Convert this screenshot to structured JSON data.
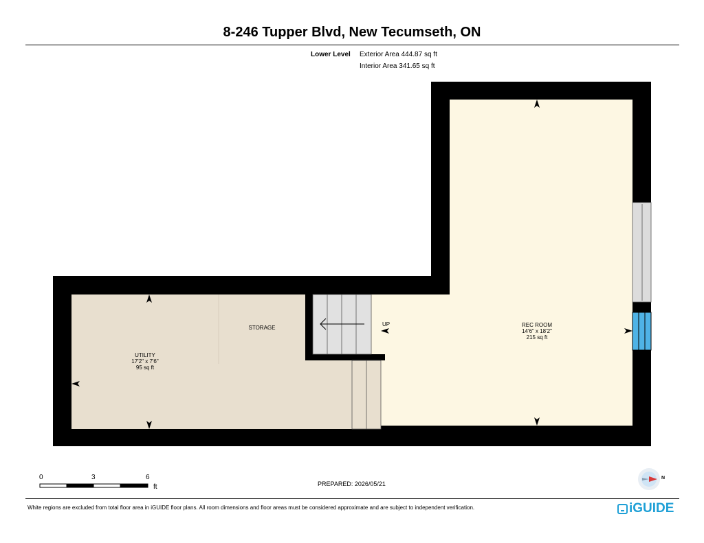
{
  "header": {
    "title": "8-246 Tupper Blvd, New Tecumseth, ON",
    "level": "Lower Level",
    "exterior_area": "Exterior Area 444.87 sq ft",
    "interior_area": "Interior Area 341.65 sq ft"
  },
  "rooms": {
    "utility": {
      "name": "UTILITY",
      "dims": "17'2\" x 7'6\"",
      "area": "95 sq ft"
    },
    "storage": {
      "name": "STORAGE"
    },
    "rec_room": {
      "name": "REC ROOM",
      "dims": "14'6\" x 18'2\"",
      "area": "215 sq ft"
    },
    "stairs_label": "UP"
  },
  "scale_bar": {
    "ticks": [
      "0",
      "3",
      "6"
    ],
    "unit": "ft"
  },
  "prepared": "PREPARED: 2026/05/21",
  "compass": {
    "label": "N",
    "icon": "compass-icon"
  },
  "footer": {
    "disclaimer": "White regions are excluded from total floor area in iGUIDE floor plans. All room dimensions and floor areas must be considered approximate and are subject to independent verification.",
    "brand": "iGUIDE"
  },
  "colors": {
    "wall": "#000000",
    "rec_room_fill": "#fdf7e3",
    "utility_fill": "#e8dfcf",
    "stair_fill": "#e1e1e1",
    "window_fill": "#dcdcdc",
    "door_fill": "#4fb3e6",
    "brand": "#1d9fd6"
  }
}
